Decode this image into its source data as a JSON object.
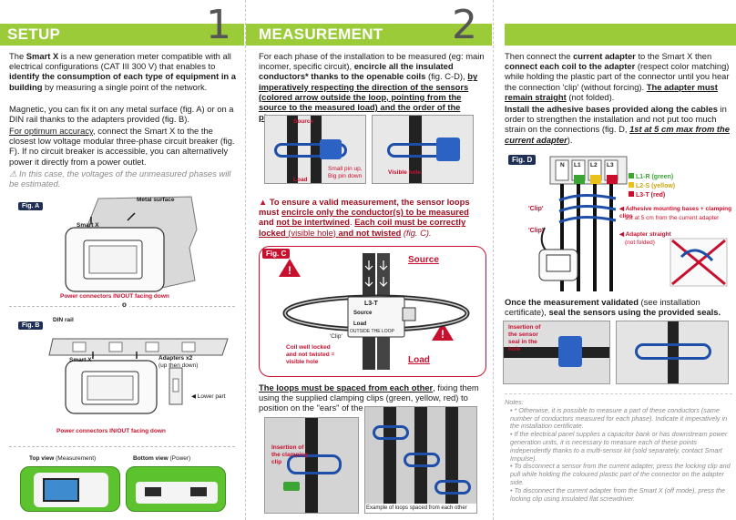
{
  "setup": {
    "title": "SETUP",
    "number": "1",
    "p1_a": "The ",
    "p1_b": "Smart X",
    "p1_c": " is a new generation meter compatible with all electrical configurations (CAT III 300 V) that enables to ",
    "p1_d": "identify the consumption of each type of equipment in a building",
    "p1_e": " by measuring a single point of the network.",
    "p2": "Magnetic, you can fix it on any metal surface (fig. A) or on a DIN rail thanks to the adapters provided (fig. B).",
    "p3_a": "For optimum accuracy",
    "p3_b": ", connect the Smart X to the the closest low voltage modular three-phase circuit breaker (fig. F). If no circuit breaker is accessible, you can alternatively power it directly from a power outlet.",
    "p4": "In this case, the voltages of the unmeasured phases will be estimated.",
    "fig_a": "Fig. A",
    "fig_a_metal": "Metal surface",
    "fig_a_smartx": "Smart X",
    "fig_a_caption": "Power connectors IN/OUT facing down",
    "or": "o",
    "fig_b": "Fig. B",
    "fig_b_din": "DIN rail",
    "fig_b_smartx": "Smart X",
    "fig_b_adapters": "Adapters x2",
    "fig_b_updown": "(up then down)",
    "fig_b_lower": "Lower part",
    "fig_b_caption": "Power connectors IN/OUT facing down",
    "top_view": "Top view",
    "top_view_sub": "(Measurement)",
    "bottom_view": "Bottom view",
    "bottom_view_sub": "(Power)"
  },
  "measurement": {
    "title": "MEASUREMENT",
    "number": "2",
    "p1_a": "For each phase of the installation to be measured (eg: main incomer, specific circuit), ",
    "p1_b": "encircle all the insulated conductors* thanks to the openable coils",
    "p1_c": " (fig. C-D), ",
    "p1_d": "by imperatively respecting the direction of the sensors (colored arrow outside the loop, pointing from the source to the measured load) and the order of the phases",
    "p1_e": ".",
    "photo1_source": "Source",
    "photo1_load": "Load",
    "photo1_pin": "Small pin up, Big pin down",
    "photo2_hole": "Visible hole",
    "warn_a": "To ensure a valid measurement, the sensor loops must ",
    "warn_b": "encircle only the conductor(s) to be measured",
    "warn_c": " and ",
    "warn_d": "not be intertwined",
    "warn_e": ". ",
    "warn_f": "Each coil must be correctly locked",
    "warn_g": " (visible hole) ",
    "warn_h": "and not twisted",
    "warn_i": " (fig. C).",
    "fig_c": "Fig. C",
    "fig_c_source": "Source",
    "fig_c_load": "Load",
    "fig_c_sensor": "L3-T",
    "fig_c_src_small": "Source",
    "fig_c_load_small": "Load",
    "fig_c_outside": "OUTSIDE THE LOOP",
    "fig_c_clip": "'Clip'",
    "fig_c_locked": "Coil well locked and not twisted = visible hole",
    "p2_a": "The loops must be spaced from each other",
    "p2_b": ", fixing them using the supplied clamping clips (green, yellow, red) to position on the \"ears\" of the sensor.",
    "photo3_insert": "Insertion of the clamping clip",
    "photo4_caption": "Example of loops spaced from each other"
  },
  "connection": {
    "p1_a": "Then connect the ",
    "p1_b": "current adapter",
    "p1_c": " to the Smart X then ",
    "p1_d": "connect each coil to the adapter",
    "p1_e": " (respect color matching) while holding the plastic part of the connector until you hear the connection 'clip' (without forcing). ",
    "p1_f": "The adapter must remain straight",
    "p1_g": " (not folded).",
    "p2_a": "Install the adhesive bases provided along the cables",
    "p2_b": " in order to strengthen the installation and not put too much strain on the connections (fig. D, ",
    "p2_c": "1st at 5 cm max from the current adapter",
    "p2_d": ").",
    "fig_d": "Fig. D",
    "labels_top": [
      "N",
      "L1",
      "L2",
      "L3"
    ],
    "legend": [
      "L1-R (green)",
      "L2-S (yellow)",
      "L3-T (red)"
    ],
    "legend_colors": [
      "#3aa534",
      "#e8c21a",
      "#c8102e"
    ],
    "clip1": "'Clip'",
    "clip2": "'Clip'",
    "mount_a": "Adhesive mounting bases + clamping clips",
    "mount_b": "1st at 5 cm from the current adapter",
    "straight_a": "Adapter straight",
    "straight_b": "(not folded)",
    "p3_a": "Once the measurement validated",
    "p3_b": " (see installation certificate), ",
    "p3_c": "seal the sensors using the provided seals.",
    "seal_caption": "Insertion of the sensor seal in the hole",
    "notes_title": "Notes:",
    "notes": [
      "* Otherwise, it is possible to measure a part of these conductors (same number of conductors measured for each phase). Indicate it imperatively in the installation certificate.",
      "If the electrical panel supplies a capacitor bank or has downstream power generation units, it is necessary to measure each of these points independently thanks to a multi-sensor kit (sold separately, contact Smart Impulse).",
      "To disconnect a sensor from the current adapter, press the locking clip and pull while holding the coloured plastic part of the connector on the adapter side.",
      "To disconnect the current adapter from the Smart X (off mode), press the locking clip using insulated flat screwdriver."
    ]
  },
  "colors": {
    "header_green": "#9ccb3a",
    "fig_navy": "#1f2f55",
    "warning_red": "#c8102e",
    "device_green": "#5cc22e"
  }
}
